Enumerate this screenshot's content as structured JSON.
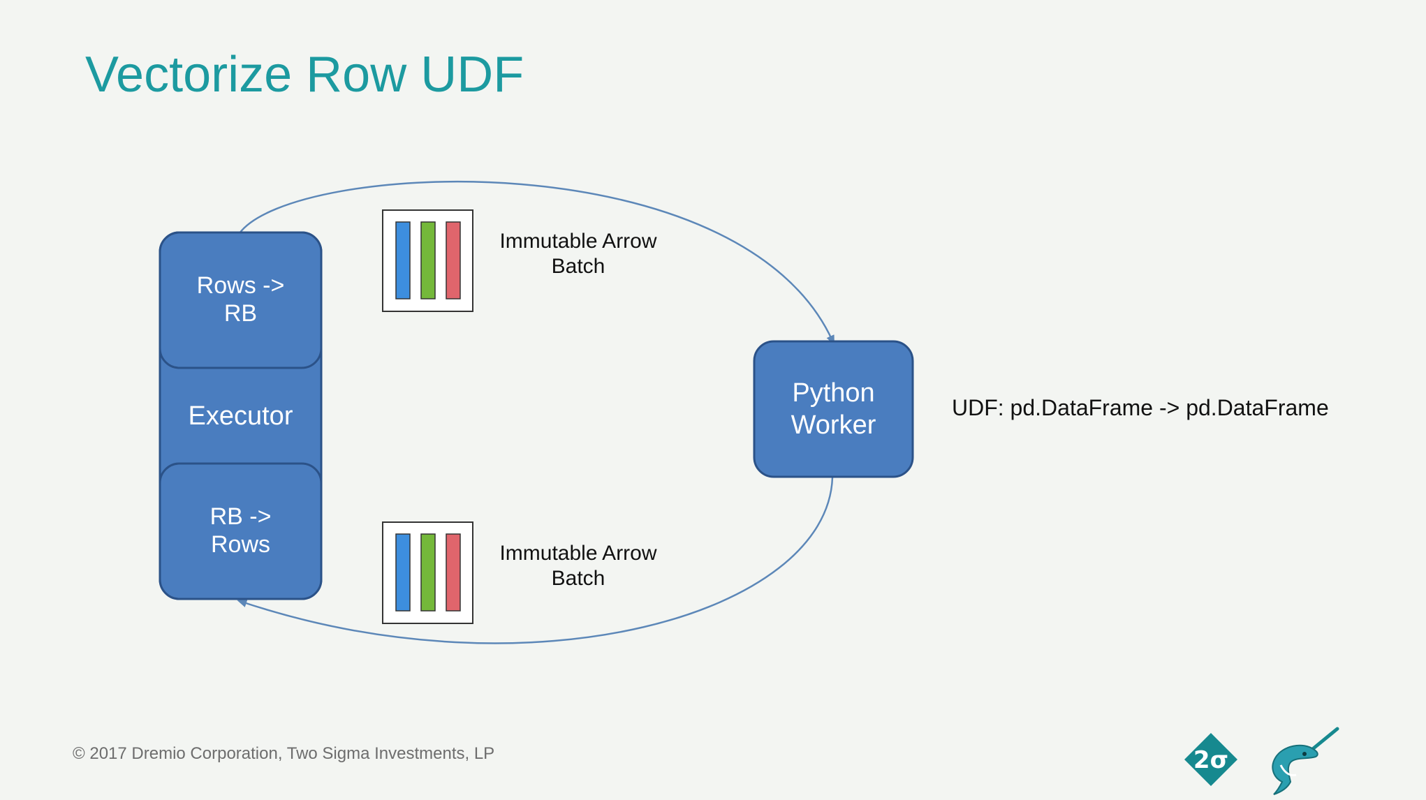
{
  "title": "Vectorize Row UDF",
  "executor": {
    "top_label": "Rows ->\nRB",
    "middle_label": "Executor",
    "bottom_label": "RB ->\nRows"
  },
  "worker": {
    "label": "Python\nWorker"
  },
  "batches": [
    {
      "label": "Immutable Arrow\nBatch",
      "column_colors": [
        "#3d8ede",
        "#74b83a",
        "#e0656c"
      ]
    },
    {
      "label": "Immutable Arrow\nBatch",
      "column_colors": [
        "#3d8ede",
        "#74b83a",
        "#e0656c"
      ]
    }
  ],
  "udf_text": "UDF: pd.DataFrame -> pd.DataFrame",
  "footer": "© 2017 Dremio Corporation, Two Sigma Investments, LP",
  "logos": {
    "two_sigma": "2σ",
    "two_sigma_icon": "two-sigma-logo-icon",
    "arrow_icon": "narwhal-logo-icon"
  },
  "colors": {
    "title": "#1c9aa0",
    "box_fill": "#4a7dbf",
    "box_stroke": "#2b5288",
    "arrow": "#5c87b8",
    "logo_teal": "#16898f"
  }
}
